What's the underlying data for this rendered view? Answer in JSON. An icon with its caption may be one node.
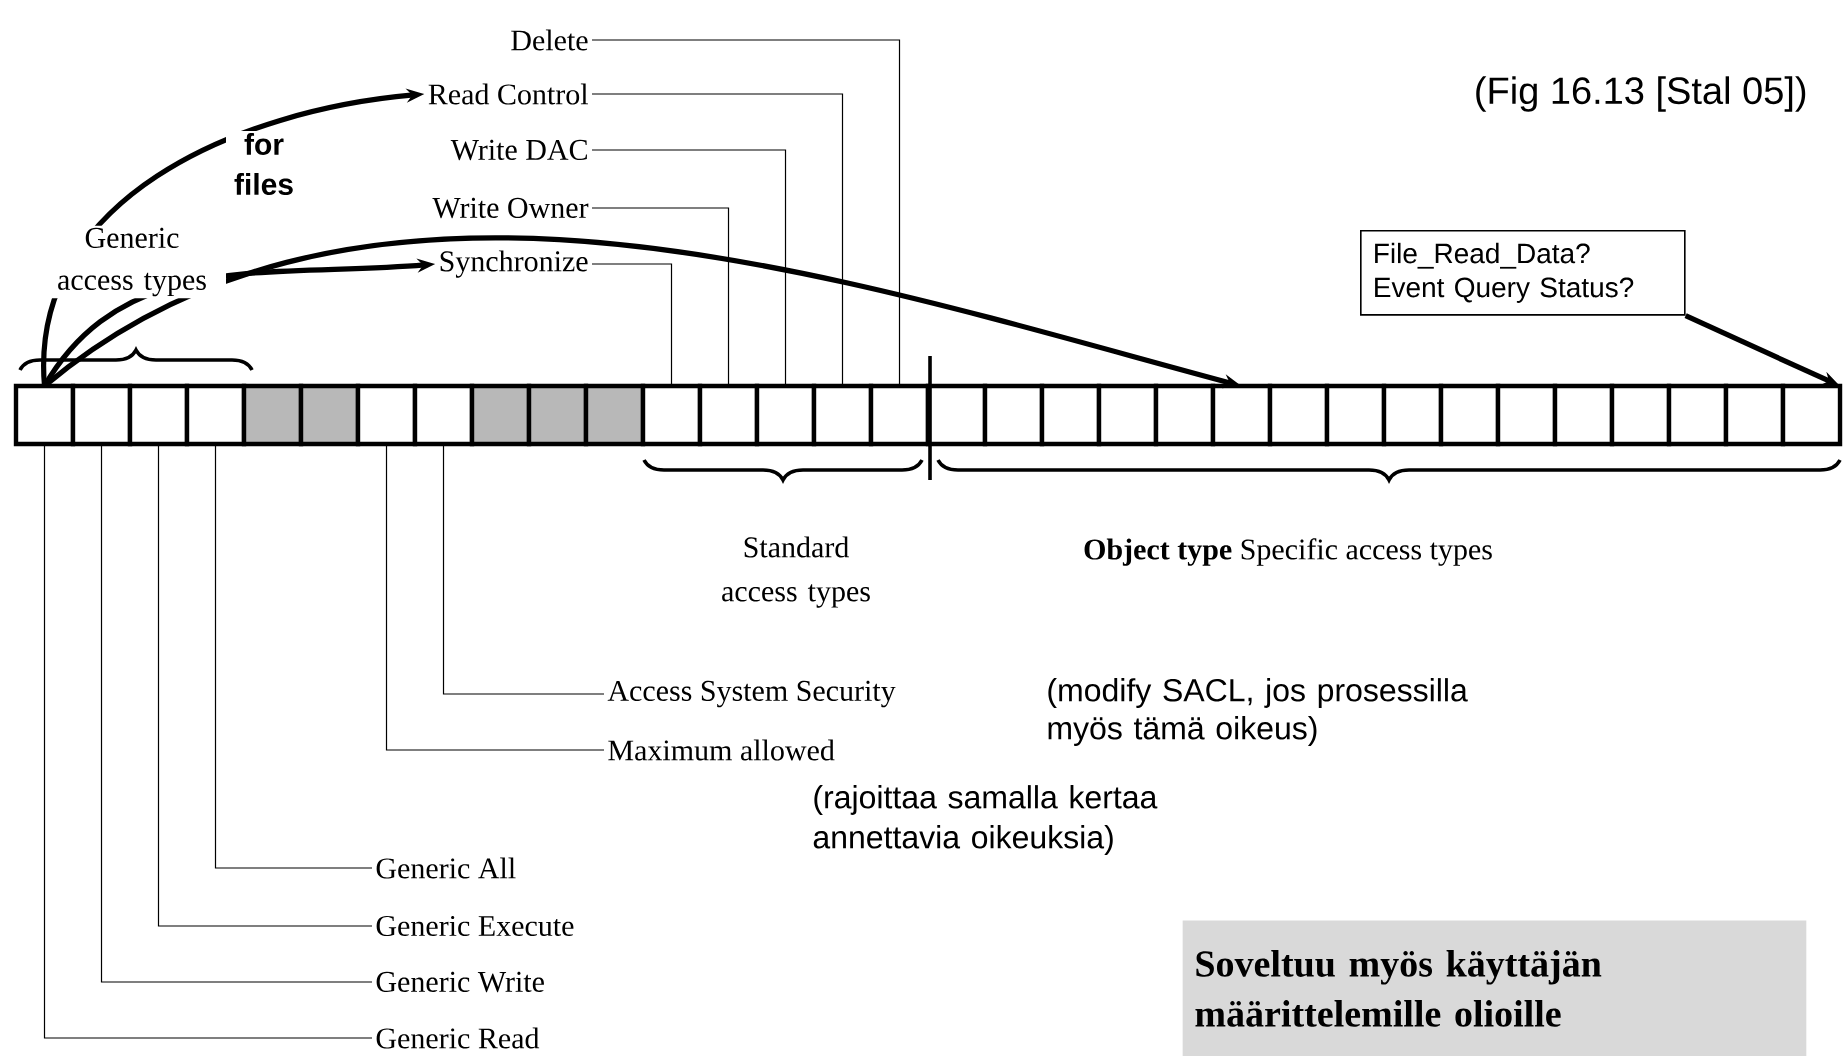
{
  "diagram": {
    "nodes": [
      {
        "text": [
          "Delete"
        ]
      },
      {
        "text": [
          "Read Control"
        ]
      },
      {
        "text": [
          "Write DAC"
        ]
      },
      {
        "text": [
          "Write Owner"
        ]
      },
      {
        "text": [
          "Synchronize"
        ]
      },
      {
        "text": [
          "File_Read_Data? Event Query Status?"
        ]
      },
      {
        "text": [],
        "shape": "box"
      },
      {
        "text": [],
        "shape": "box"
      },
      {
        "text": [],
        "shape": "box"
      },
      {
        "text": [],
        "shape": "box"
      },
      {
        "text": [],
        "shape": "box"
      },
      {
        "text": [],
        "shape": "box"
      },
      {
        "text": [],
        "shape": "box"
      },
      {
        "text": [],
        "shape": "box"
      },
      {
        "text": [],
        "shape": "box"
      },
      {
        "text": [],
        "shape": "box"
      },
      {
        "text": [],
        "shape": "box"
      },
      {
        "text": [],
        "shape": "box"
      },
      {
        "text": [],
        "shape": "box"
      },
      {
        "text": [],
        "shape": "box"
      },
      {
        "text": [],
        "shape": "box"
      },
      {
        "text": [],
        "shape": "box"
      },
      {
        "text": [],
        "shape": "box"
      },
      {
        "text": [],
        "shape": "box"
      },
      {
        "text": [],
        "shape": "box"
      },
      {
        "text": [],
        "shape": "box"
      },
      {
        "text": [],
        "shape": "box"
      },
      {
        "text": [],
        "shape": "box"
      },
      {
        "text": [],
        "shape": "box"
      },
      {
        "text": [],
        "shape": "box"
      },
      {
        "text": [],
        "shape": "box"
      },
      {
        "text": [],
        "shape": "box"
      },
      {
        "text": [],
        "shape": "box"
      },
      {
        "text": [],
        "shape": "box"
      },
      {
        "text": [],
        "shape": "box"
      },
      {
        "text": [],
        "shape": "box"
      },
      {
        "text": [],
        "shape": "box"
      },
      {
        "text": [],
        "shape": "box"
      },
      {
        "text": [
          "Access System Security"
        ]
      },
      {
        "text": [
          "Maximum allowed"
        ]
      },
      {
        "text": [
          "Generic All"
        ]
      },
      {
        "text": [
          "Generic Execute"
        ]
      },
      {
        "text": [
          "Generic Write"
        ]
      },
      {
        "text": [
          "Generic Read"
        ]
      },
      {
        "text": [
          "Soveltuu myös käyttäjän määrittelemille olioille"
        ]
      }
    ],
    "edges": [
      {
        "from": 0,
        "to": 21,
        "arrow": "none"
      },
      {
        "from": 1,
        "to": 20,
        "arrow": "none"
      },
      {
        "from": 2,
        "to": 19,
        "arrow": "none"
      },
      {
        "from": 3,
        "to": 18,
        "arrow": "none"
      },
      {
        "from": 4,
        "to": 17,
        "arrow": "none"
      },
      {
        "from": 38,
        "to": 13,
        "arrow": "none"
      },
      {
        "from": 39,
        "to": 12,
        "arrow": "none"
      },
      {
        "from": 40,
        "to": 9,
        "arrow": "none"
      },
      {
        "from": 41,
        "to": 8,
        "arrow": "none"
      },
      {
        "from": 42,
        "to": 7,
        "arrow": "none"
      },
      {
        "from": 43,
        "to": 6,
        "arrow": "none"
      },
      {
        "from": 6,
        "to": 1,
        "arrow": "to",
        "style": "thick"
      },
      {
        "from": 6,
        "to": 4,
        "arrow": "to",
        "style": "thick"
      },
      {
        "from": 6,
        "to": 27,
        "arrow": "to",
        "style": "thick"
      },
      {
        "from": 5,
        "to": 37,
        "arrow": "to",
        "style": "thick"
      }
    ],
    "labels": [
      "(Fig 16.13 [Stal 05])",
      "for files",
      "Generic access types",
      "Standard access types",
      "**Object type** Specific access types",
      "(modify SACL, jos prosessilla myös tämä oikeus)",
      "(rajoittaa samalla kertaa annettavia oikeuksia)"
    ]
  }
}
